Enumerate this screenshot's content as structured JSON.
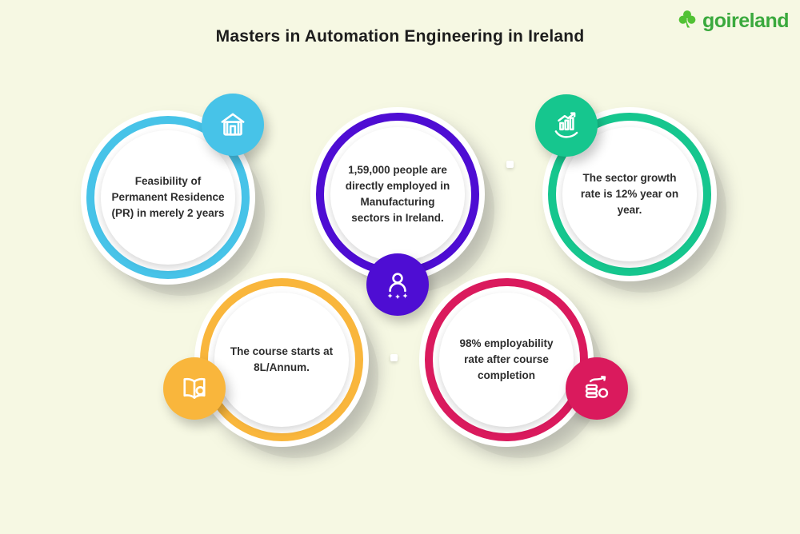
{
  "header": {
    "title": "Masters in Automation Engineering in Ireland"
  },
  "logo": {
    "text": "goireland",
    "shamrock_icon": "shamrock-icon",
    "text_color": "#3aa93d",
    "icon_color": "#52c234"
  },
  "background_color": "#f6f8e3",
  "items": [
    {
      "id": "pr-feasibility",
      "text": "Feasibility of Permanent Residence (PR) in merely 2 years",
      "color": "#47c3e8",
      "icon": "residence-building-icon"
    },
    {
      "id": "manufacturing-employment",
      "text": "1,59,000 people are directly employed in Manufacturing sectors in Ireland.",
      "color": "#4e0dd3",
      "icon": "employee-stars-icon"
    },
    {
      "id": "sector-growth",
      "text": "The sector growth rate is 12% year on year.",
      "color": "#16c68e",
      "icon": "growth-chart-hand-icon"
    },
    {
      "id": "course-fee",
      "text": "The course starts at 8L/Annum.",
      "color": "#f9b63c",
      "icon": "open-book-icon"
    },
    {
      "id": "employability",
      "text": "98% employability rate after course completion",
      "color": "#da1a5d",
      "icon": "coins-growth-icon"
    }
  ]
}
